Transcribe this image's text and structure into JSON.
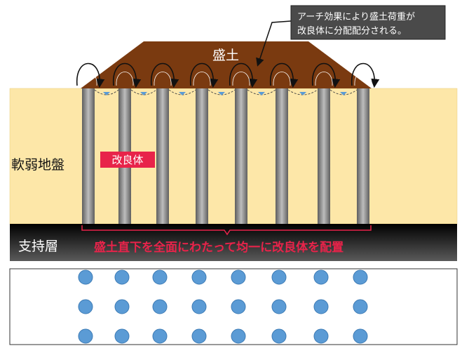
{
  "callout": {
    "line1": "アーチ効果により盛土荷重が",
    "line2": "改良体に分配配分される。"
  },
  "embankment_label": "盛土",
  "soft_ground_label": "軟弱地盤",
  "improved_body_label": "改良体",
  "bearing_layer_label": "支持層",
  "bottom_note": "盛土直下を全面にわたって均一に改良体を配置",
  "colors": {
    "embankment": "#7a3a10",
    "soft_ground": "#fde7a8",
    "bearing_layer": "#2a2a2a",
    "column": "#9a9a9a",
    "label_box": "#e8234a",
    "note_text": "#e8234a",
    "dot": "#5b9bd5",
    "callout_bg": "#4a4a4a"
  },
  "plan_grid": {
    "rows": 3,
    "cols": 8
  }
}
